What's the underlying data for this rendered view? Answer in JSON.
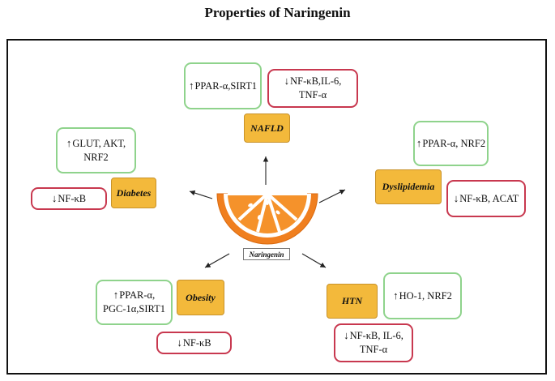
{
  "title": "Properties of Naringenin",
  "center": "Naringenin",
  "diseases": {
    "nafld": "NAFLD",
    "diabetes": "Diabetes",
    "dyslipidemia": "Dyslipidemia",
    "obesity": "Obesity",
    "htn": "HTN"
  },
  "arrows": {
    "up": "↑",
    "down": "↓"
  },
  "boxes": {
    "nafld_up": "PPAR-α,SIRT1",
    "nafld_down_1": "NF-κB,IL-6,",
    "nafld_down_2": "TNF-α",
    "diabetes_up_1": "GLUT, AKT,",
    "diabetes_up_2": "NRF2",
    "diabetes_down": "NF-κB",
    "dyslipidemia_up": "PPAR-α, NRF2",
    "dyslipidemia_down": "NF-κB, ACAT",
    "obesity_up_1": "PPAR-α,",
    "obesity_up_2": "PGC-1α,SIRT1",
    "obesity_down": "NF-κB",
    "htn_up": "HO-1, NRF2",
    "htn_down_1": "NF-κB, IL-6,",
    "htn_down_2": "TNF-α"
  },
  "colors": {
    "up_border": "#8fd38c",
    "down_border": "#c8384f",
    "disease_fill": "#f3b93b",
    "orange_peel": "#f07f1f",
    "orange_flesh": "#f5922b"
  },
  "icons": [
    "orange-slice-icon"
  ]
}
